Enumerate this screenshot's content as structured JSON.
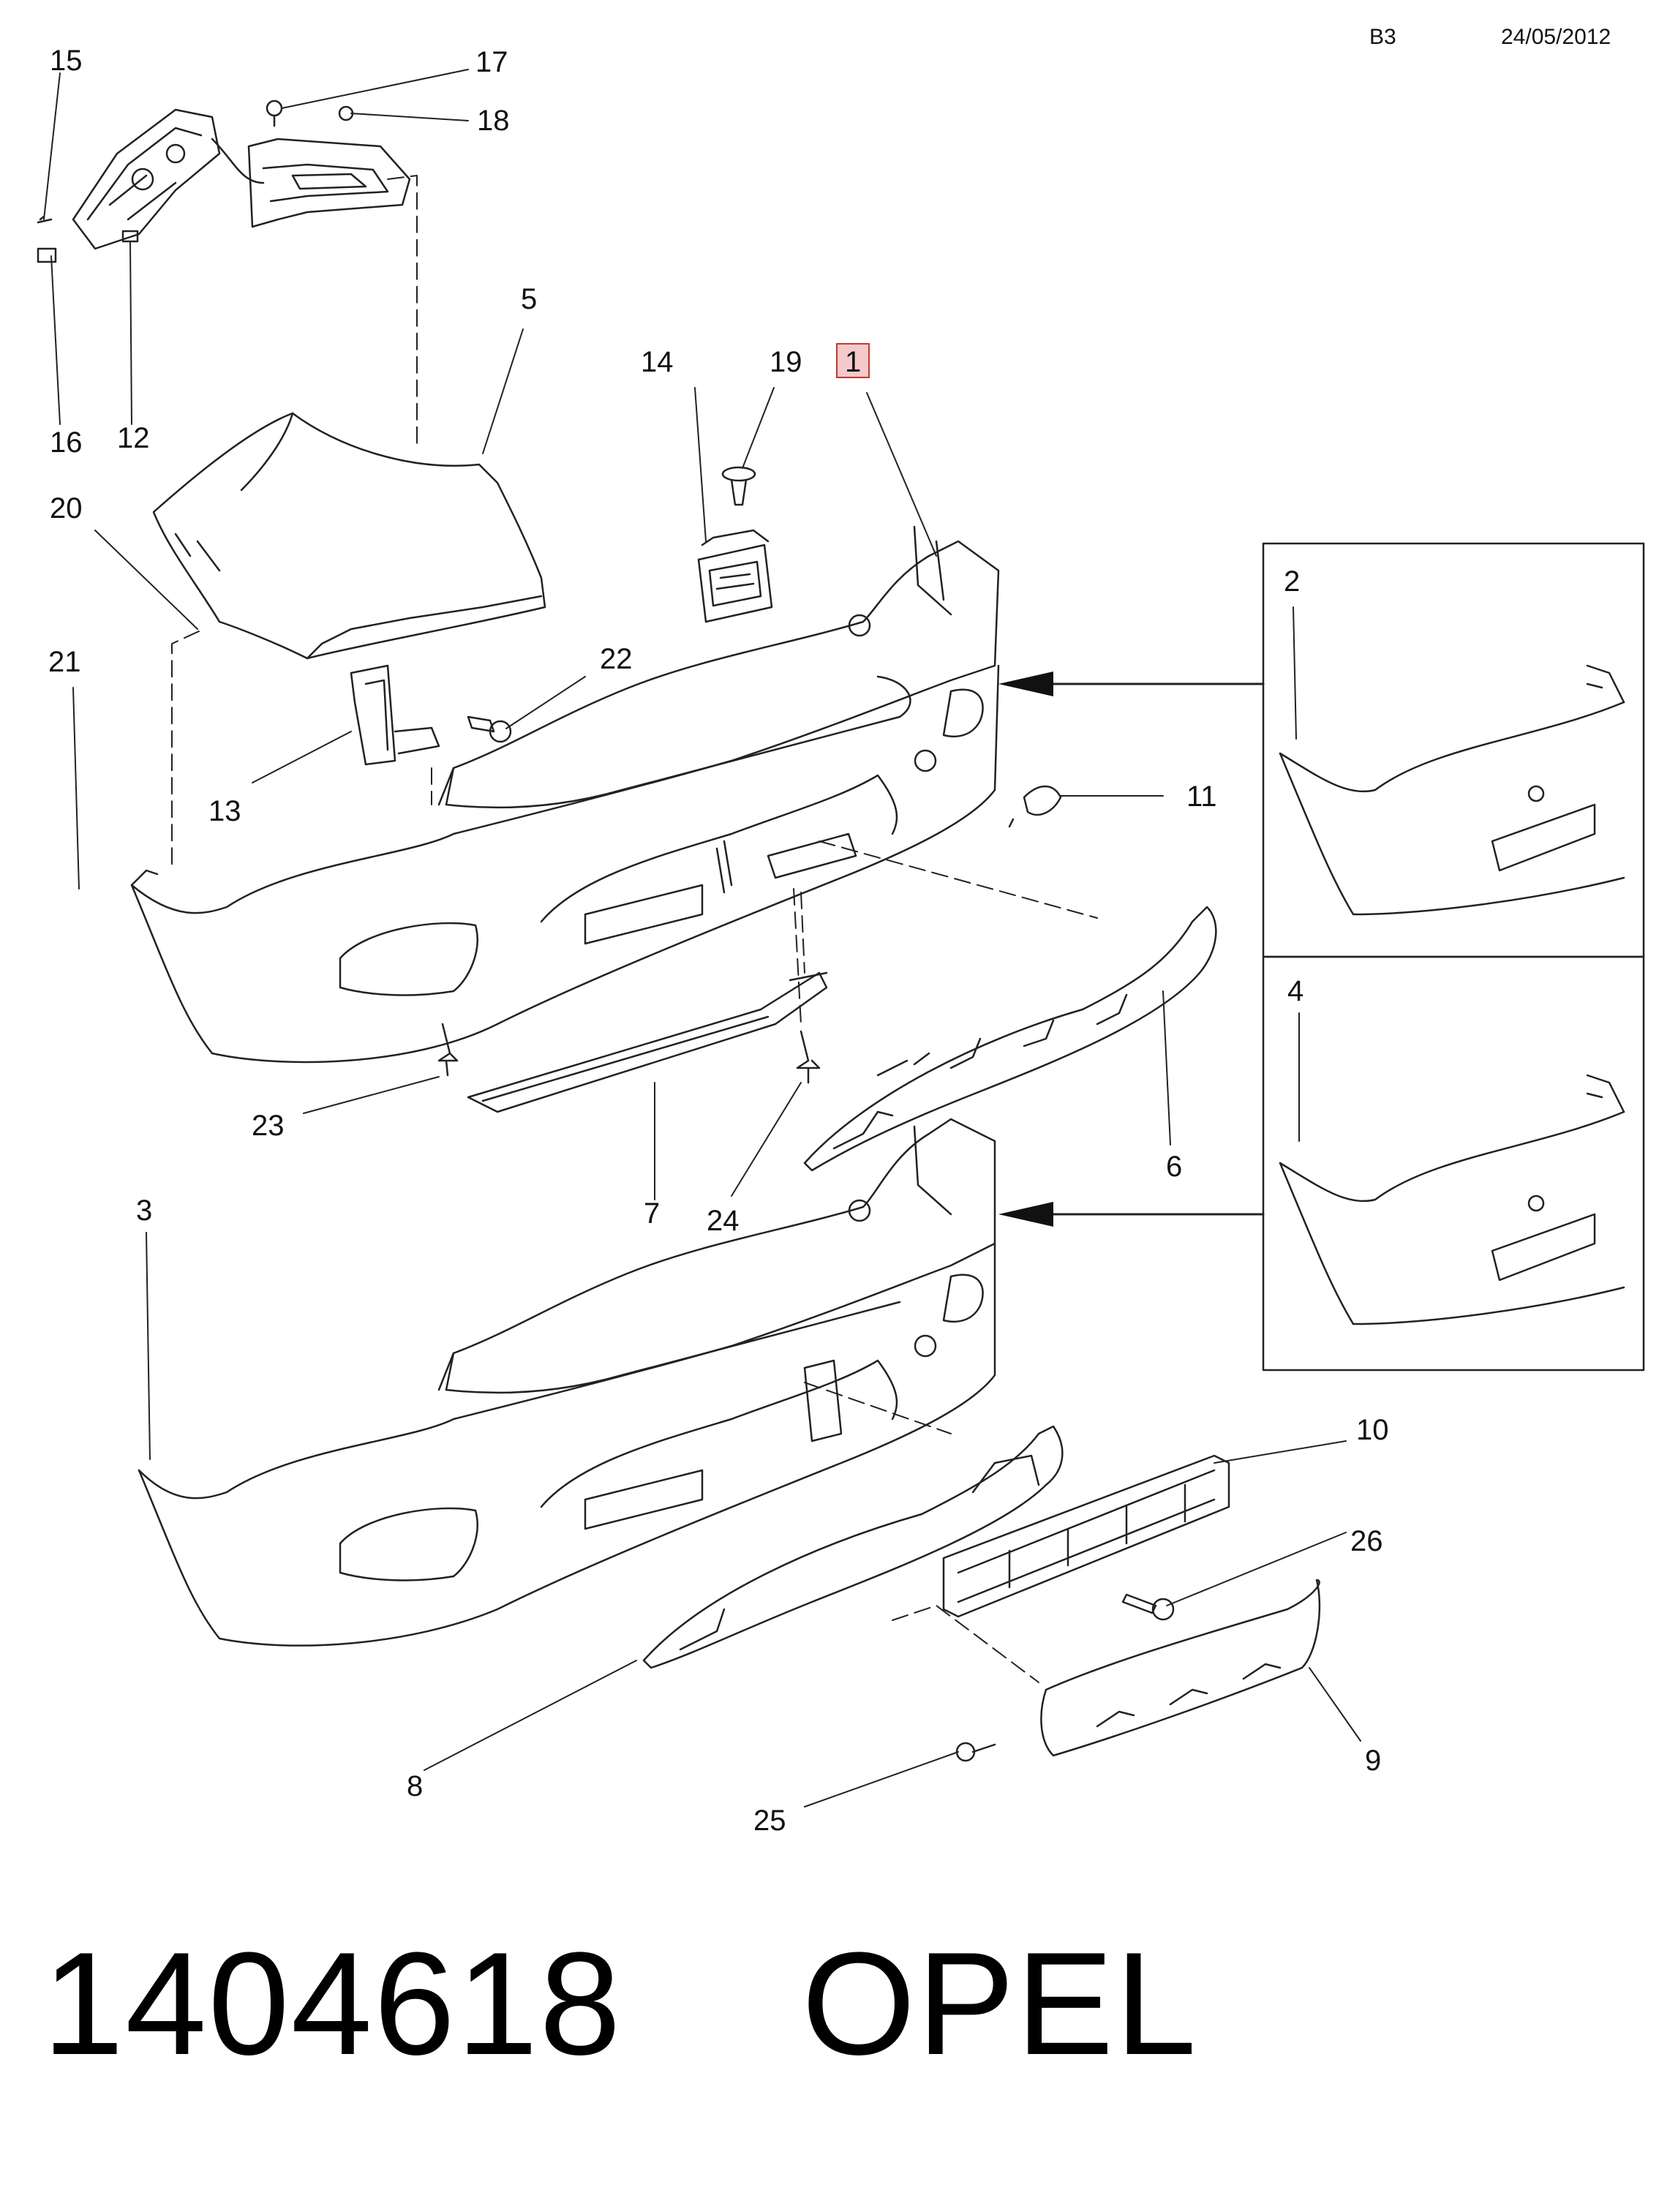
{
  "header": {
    "section": "B3",
    "date": "24/05/2012"
  },
  "footer": {
    "part_number": "1404618",
    "brand": "OPEL"
  },
  "callouts": [
    {
      "id": "15",
      "label": "15"
    },
    {
      "id": "17",
      "label": "17"
    },
    {
      "id": "18",
      "label": "18"
    },
    {
      "id": "5",
      "label": "5"
    },
    {
      "id": "16",
      "label": "16"
    },
    {
      "id": "12",
      "label": "12"
    },
    {
      "id": "14",
      "label": "14"
    },
    {
      "id": "19",
      "label": "19"
    },
    {
      "id": "1",
      "label": "1",
      "highlighted": true
    },
    {
      "id": "20",
      "label": "20"
    },
    {
      "id": "2",
      "label": "2"
    },
    {
      "id": "21",
      "label": "21"
    },
    {
      "id": "22",
      "label": "22"
    },
    {
      "id": "13",
      "label": "13"
    },
    {
      "id": "11",
      "label": "11"
    },
    {
      "id": "4",
      "label": "4"
    },
    {
      "id": "23",
      "label": "23"
    },
    {
      "id": "6",
      "label": "6"
    },
    {
      "id": "7",
      "label": "7"
    },
    {
      "id": "24",
      "label": "24"
    },
    {
      "id": "3",
      "label": "3"
    },
    {
      "id": "10",
      "label": "10"
    },
    {
      "id": "26",
      "label": "26"
    },
    {
      "id": "8",
      "label": "8"
    },
    {
      "id": "9",
      "label": "9"
    },
    {
      "id": "25",
      "label": "25"
    }
  ],
  "colors": {
    "line": "#222222",
    "highlight_fill": "#f4c9cc",
    "highlight_stroke": "#c0392b"
  }
}
